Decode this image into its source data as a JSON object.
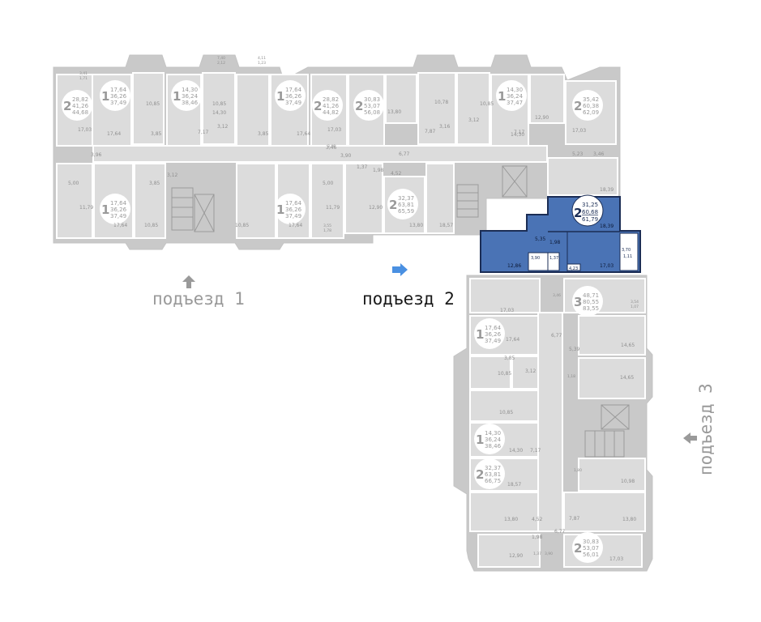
{
  "entrances": {
    "e1": "подъезд 1",
    "e2": "подъезд 2",
    "e3": "подъезд 3"
  },
  "colors": {
    "wall": "#c9c9c9",
    "floor": "#dcdcdc",
    "highlight": "#4a73b5",
    "highlight_border": "#1b2d55",
    "arrow": "#4a90e2",
    "text_muted": "#9a9a9a",
    "label_circle": "#ffffff"
  },
  "selected": {
    "rooms": "2",
    "area_living": "31,25",
    "area_total": "60,68",
    "area_full": "61,79",
    "r1": "18,39",
    "r2": "5,35",
    "r3": "1,98",
    "r4": "12,86",
    "r5": "3,90",
    "r6": "1,37",
    "r7": "17,03",
    "r8": "3,70",
    "r9": "1,11",
    "r10": "4,23"
  },
  "units": [
    {
      "rooms": "2",
      "a": "28,82",
      "b": "41,26",
      "c": "44,68"
    },
    {
      "rooms": "1",
      "a": "17,64",
      "b": "36,26",
      "c": "37,49"
    },
    {
      "rooms": "1",
      "a": "14,30",
      "b": "36,24",
      "c": "38,46"
    },
    {
      "rooms": "1",
      "a": "17,64",
      "b": "36,26",
      "c": "37,49"
    },
    {
      "rooms": "2",
      "a": "28,82",
      "b": "41,26",
      "c": "44,82"
    },
    {
      "rooms": "2",
      "a": "30,83",
      "b": "53,07",
      "c": "56,08"
    },
    {
      "rooms": "1",
      "a": "14,30",
      "b": "36,24",
      "c": "37,47"
    },
    {
      "rooms": "2",
      "a": "35,42",
      "b": "60,38",
      "c": "62,09"
    },
    {
      "rooms": "1",
      "a": "17,64",
      "b": "36,26",
      "c": "37,49"
    },
    {
      "rooms": "1",
      "a": "17,64",
      "b": "36,26",
      "c": "37,49"
    },
    {
      "rooms": "2",
      "a": "32,37",
      "b": "63,81",
      "c": "65,59"
    },
    {
      "rooms": "3",
      "a": "48,71",
      "b": "80,55",
      "c": "83,55"
    },
    {
      "rooms": "1",
      "a": "17,64",
      "b": "36,26",
      "c": "37,49"
    },
    {
      "rooms": "1",
      "a": "14,30",
      "b": "36,24",
      "c": "38,46"
    },
    {
      "rooms": "2",
      "a": "32,37",
      "b": "63,81",
      "c": "66,75"
    },
    {
      "rooms": "2",
      "a": "30,83",
      "b": "53,07",
      "c": "56,01"
    }
  ],
  "room_labels": [
    "17,03",
    "17,64",
    "3,85",
    "10,85",
    "14,30",
    "7,17",
    "3,12",
    "10,85",
    "3,85",
    "17,64",
    "17,03",
    "3,96",
    "5,00",
    "11,79",
    "17,64",
    "10,85",
    "3,85",
    "3,12",
    "10,85",
    "17,64",
    "5,00",
    "11,79",
    "12,90",
    "13,80",
    "10,78",
    "10,85",
    "7,87",
    "3,16",
    "3,12",
    "14,30",
    "7,17",
    "12,90",
    "17,03",
    "13,80",
    "6,77",
    "4,52",
    "1,98",
    "1,37",
    "3,90",
    "3,46",
    "5,23",
    "3,46",
    "18,39",
    "18,57",
    "17,03",
    "17,64",
    "6,77",
    "3,85",
    "14,65",
    "5,39",
    "14,65",
    "10,85",
    "3,12",
    "10,85",
    "7,17",
    "14,30",
    "18,57",
    "13,80",
    "4,52",
    "7,87",
    "13,80",
    "10,98",
    "6,77",
    "1,98",
    "12,90",
    "17,03",
    "1,37",
    "3,90",
    "3,46",
    "1,18",
    "1,80",
    "3,46",
    "4,11",
    "1,23",
    "7,40",
    "2,12",
    "3,41",
    "1,71",
    "3,55",
    "1,78",
    "3,54",
    "1,07"
  ]
}
